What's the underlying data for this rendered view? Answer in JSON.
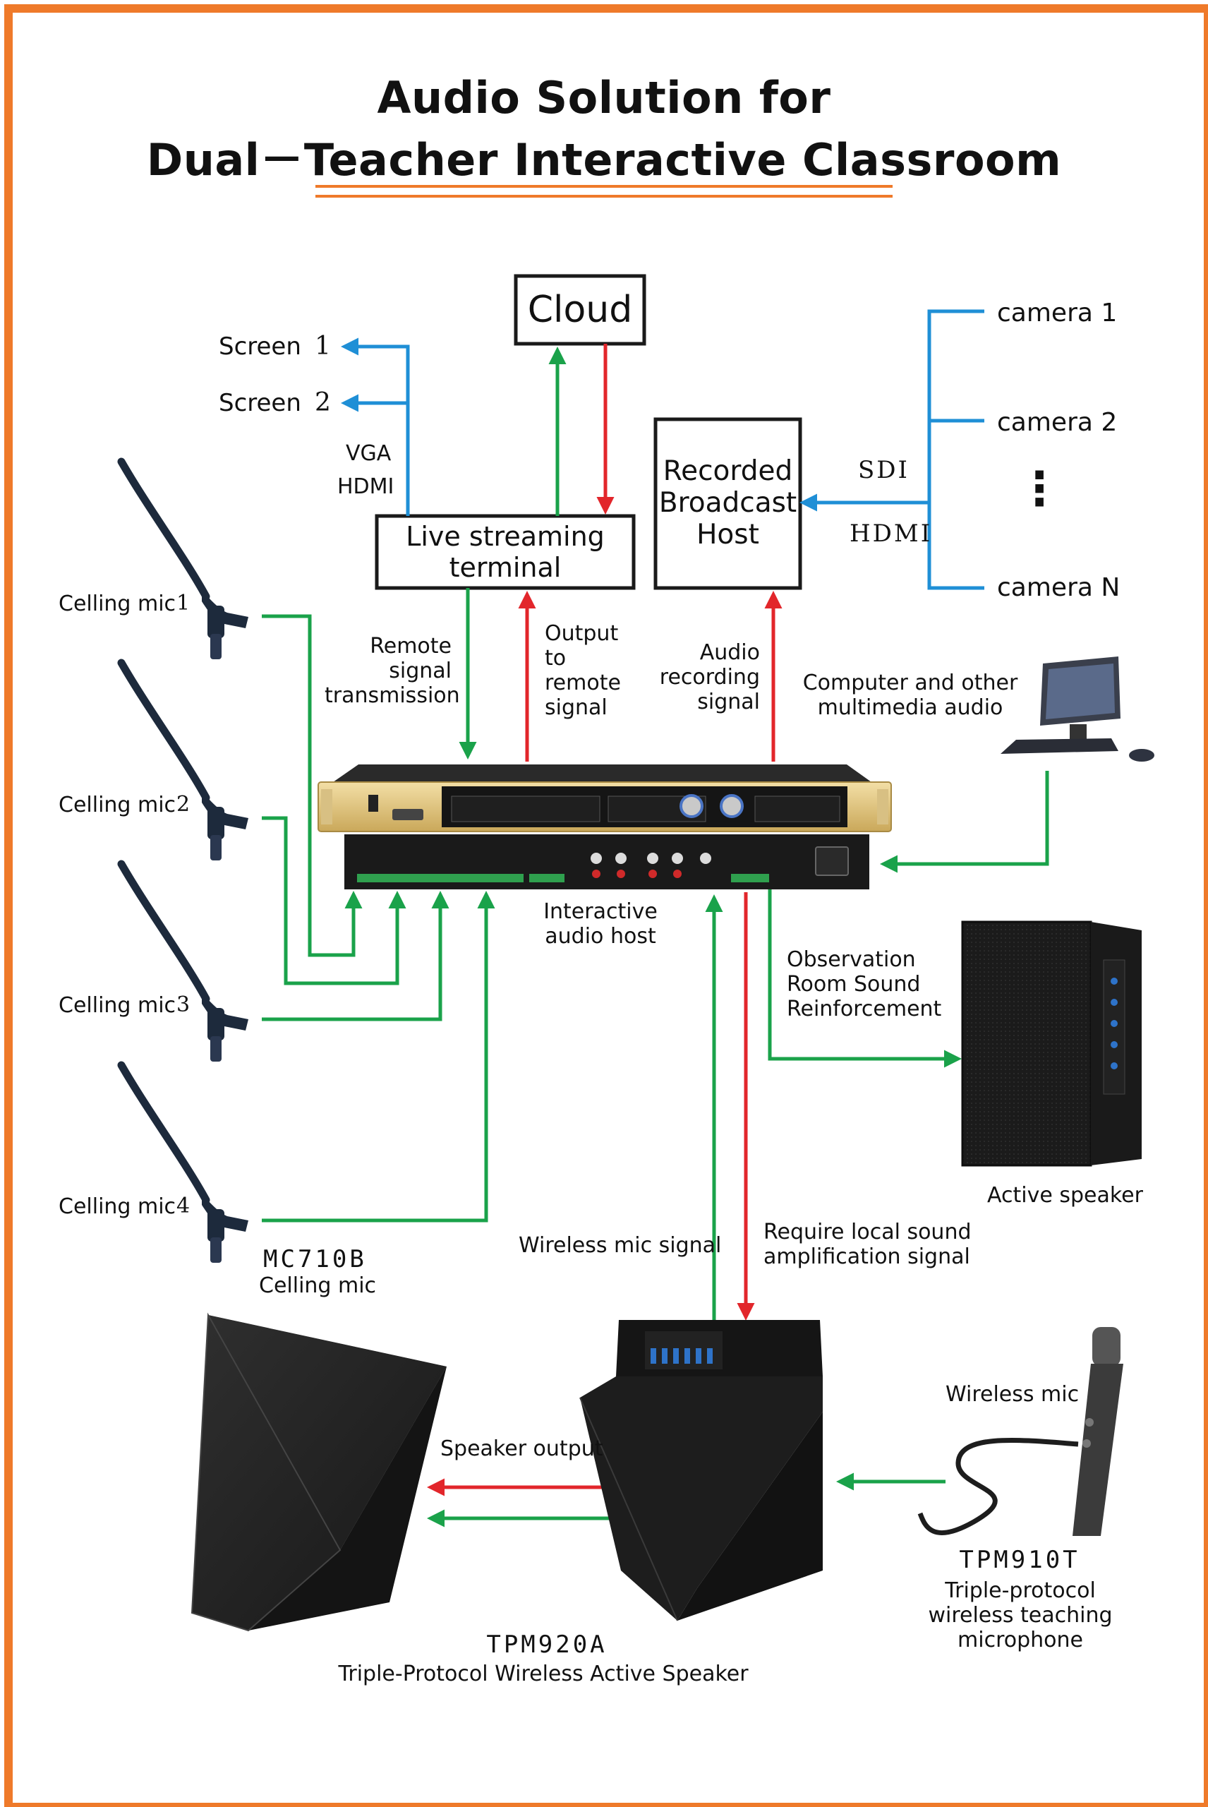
{
  "title": {
    "line1": "Audio Solution for",
    "line2": "Dual－Teacher Interactive Classroom"
  },
  "colors": {
    "border": "#ef7a2a",
    "green": "#1aa24a",
    "red": "#e2262b",
    "blue": "#1f8fd6"
  },
  "nodes": {
    "cloud": "Cloud",
    "live_streaming": "Live streaming terminal",
    "recorded_broadcast": "Recorded Broadcast Host",
    "screen1": "Screen",
    "screen1_num": "1",
    "screen2": "Screen",
    "screen2_num": "2",
    "cameras": [
      "camera 1",
      "camera 2",
      "camera N"
    ],
    "camera_ellipsis": "⋮",
    "interactive_host": "Interactive audio host",
    "computer": "Computer and other multimedia audio",
    "active_speaker": "Active speaker",
    "mics": [
      {
        "label": "Celling mic",
        "num": "1"
      },
      {
        "label": "Celling mic",
        "num": "2"
      },
      {
        "label": "Celling mic",
        "num": "3"
      },
      {
        "label": "Celling mic",
        "num": "4"
      }
    ],
    "mic_model": "MC710B",
    "mic_model_desc": "Celling mic",
    "speaker_model": "TPM920A",
    "speaker_model_desc": "Triple-Protocol Wireless Active Speaker",
    "wireless_mic": "Wireless mic",
    "wireless_mic_model": "TPM910T",
    "wireless_mic_desc": "Triple-protocol wireless teaching microphone"
  },
  "connection_labels": {
    "vga": "VGA",
    "hdmi_screens": "HDMI",
    "sdi": "SDI",
    "hdmi_cameras": "HDMI",
    "remote_signal": "Remote signal transmission",
    "output_remote": "Output to remote signal",
    "audio_recording": "Audio recording signal",
    "observation": "Observation Room Sound Reinforcement",
    "wireless_mic_signal": "Wireless mic signal",
    "local_amp": "Require local sound amplification signal",
    "speaker_output": "Speaker output"
  },
  "icons": [
    "ceiling-mic-icon",
    "rack-unit-icon",
    "computer-icon",
    "speaker-cabinet-icon",
    "wedge-speaker-icon",
    "handheld-mic-icon"
  ]
}
